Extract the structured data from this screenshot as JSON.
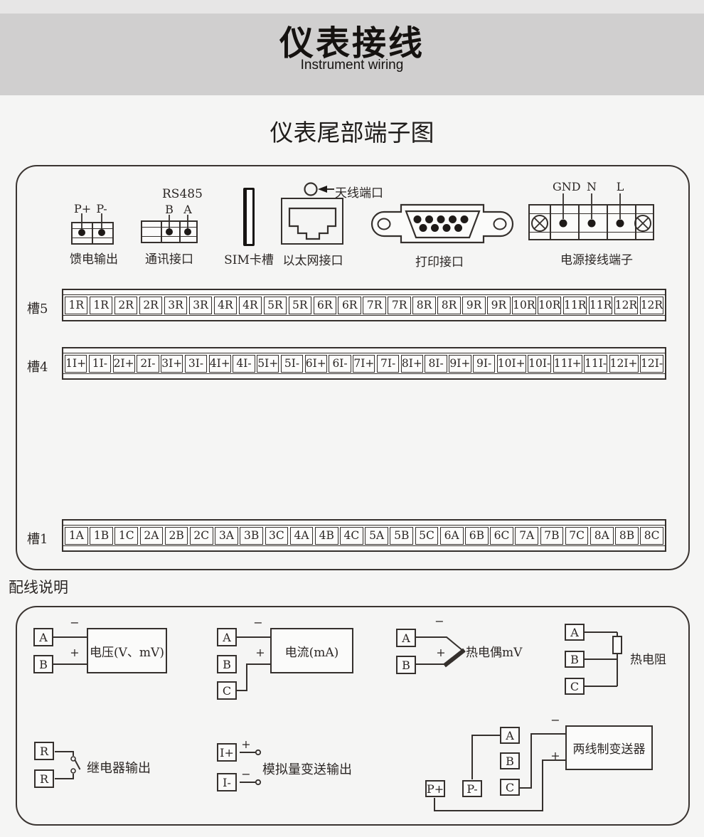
{
  "header": {
    "title_cn": "仪表接线",
    "title_en": "Instrument wiring"
  },
  "section_title": "仪表尾部端子图",
  "wiring_title": "配线说明",
  "colors": {
    "ink": "#35302d",
    "header_band": "#d0cfcf",
    "page_bg": "#f5f5f4"
  },
  "connectors": {
    "feed": {
      "label": "馈电输出",
      "t1": "P+",
      "t2": "P-"
    },
    "comm": {
      "label": "通讯接口",
      "protocol": "RS485",
      "t1": "B",
      "t2": "A"
    },
    "sim": {
      "label": "SIM卡槽"
    },
    "ethernet": {
      "label": "以太网接口"
    },
    "antenna": {
      "label": "天线端口"
    },
    "printer": {
      "label": "打印接口"
    },
    "power": {
      "label": "电源接线端子",
      "t1": "GND",
      "t2": "N",
      "t3": "L"
    }
  },
  "slots": [
    {
      "name": "槽5",
      "cells": [
        "1R",
        "1R",
        "2R",
        "2R",
        "3R",
        "3R",
        "4R",
        "4R",
        "5R",
        "5R",
        "6R",
        "6R",
        "7R",
        "7R",
        "8R",
        "8R",
        "9R",
        "9R",
        "10R",
        "10R",
        "11R",
        "11R",
        "12R",
        "12R"
      ]
    },
    {
      "name": "槽4",
      "cells": [
        "1I+",
        "1I-",
        "2I+",
        "2I-",
        "3I+",
        "3I-",
        "4I+",
        "4I-",
        "5I+",
        "5I-",
        "6I+",
        "6I-",
        "7I+",
        "7I-",
        "8I+",
        "8I-",
        "9I+",
        "9I-",
        "10I+",
        "10I-",
        "11I+",
        "11I-",
        "12I+",
        "12I-"
      ]
    },
    {
      "name": "槽1",
      "cells": [
        "1A",
        "1B",
        "1C",
        "2A",
        "2B",
        "2C",
        "3A",
        "3B",
        "3C",
        "4A",
        "4B",
        "4C",
        "5A",
        "5B",
        "5C",
        "6A",
        "6B",
        "6C",
        "7A",
        "7B",
        "7C",
        "8A",
        "8B",
        "8C"
      ]
    }
  ],
  "wiring": {
    "voltage": {
      "a": "A",
      "b": "B",
      "minus": "−",
      "plus": "+",
      "device": "电压(V、mV)"
    },
    "current": {
      "a": "A",
      "b": "B",
      "c": "C",
      "minus": "−",
      "plus": "+",
      "device": "电流(mA)"
    },
    "thermocouple": {
      "a": "A",
      "b": "B",
      "minus": "−",
      "plus": "+",
      "label": "热电偶mV"
    },
    "rtd": {
      "a": "A",
      "b": "B",
      "c": "C",
      "label": "热电阻"
    },
    "relay": {
      "r1": "R",
      "r2": "R",
      "label": "继电器输出"
    },
    "analog": {
      "ip": "I+",
      "im": "I-",
      "plus": "+",
      "minus": "−",
      "label": "模拟量变送输出"
    },
    "two_wire": {
      "a": "A",
      "b": "B",
      "c": "C",
      "pp": "P+",
      "pm": "P-",
      "minus": "−",
      "plus": "+",
      "device": "两线制变送器"
    }
  }
}
